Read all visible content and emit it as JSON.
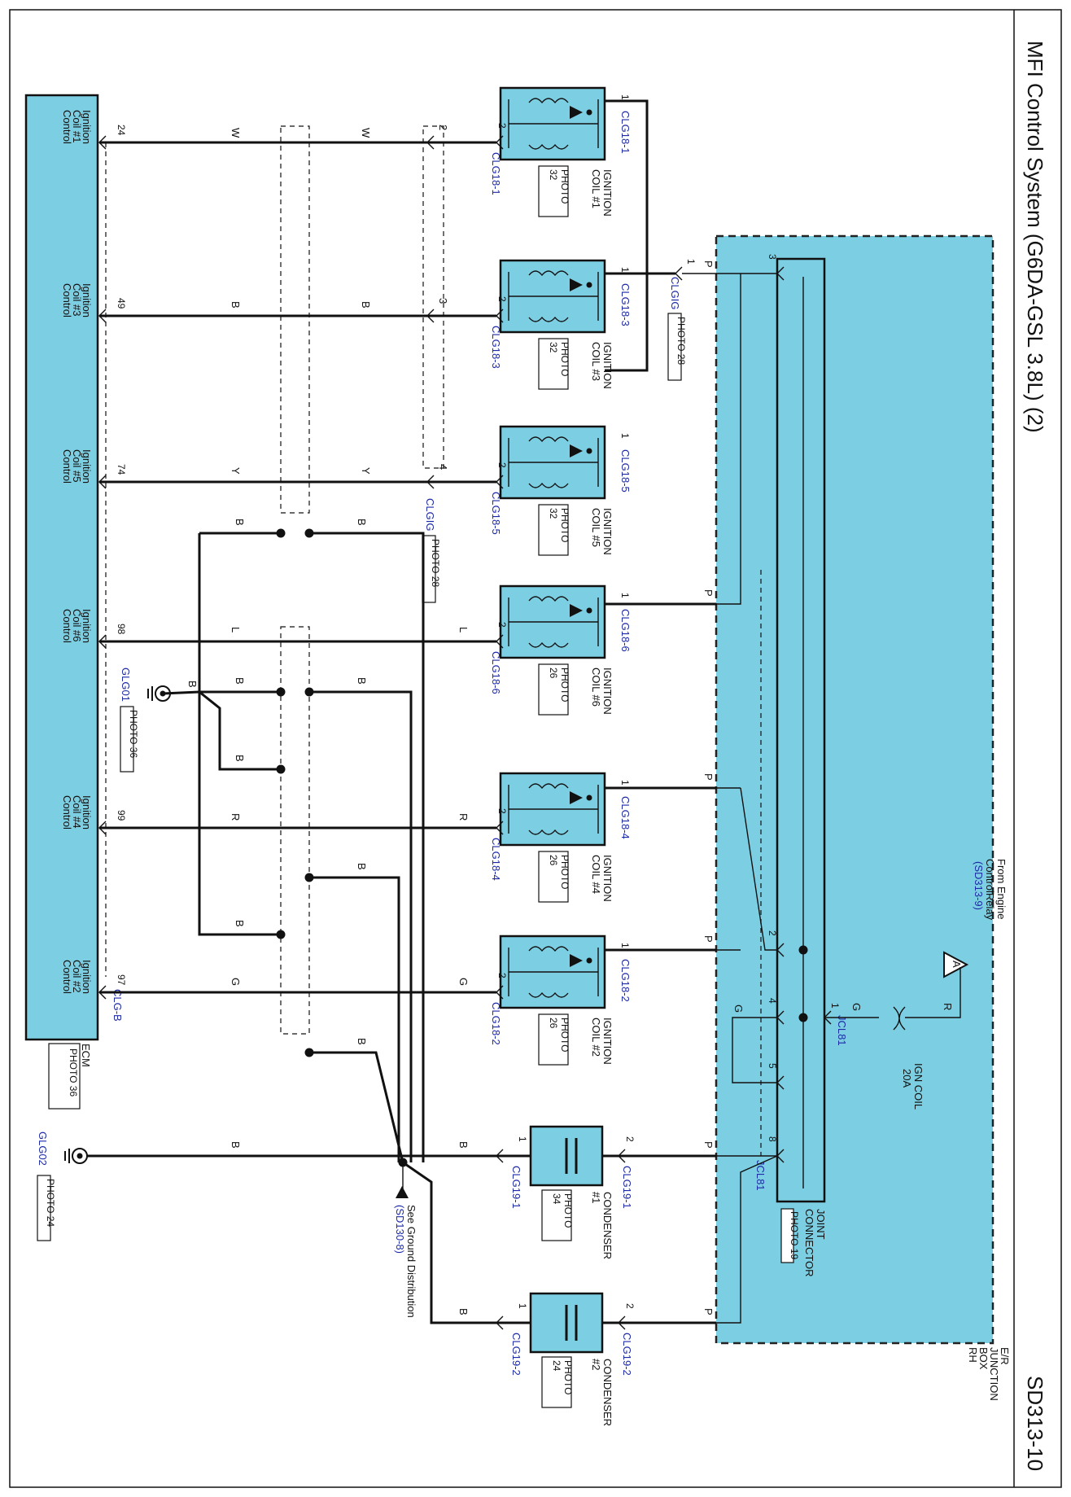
{
  "title": "MFI Control System (G6DA-GSL 3.8L) (2)",
  "page_code": "SD313-10",
  "colors": {
    "component_fill": "#7ccfe3",
    "wire": "#111111",
    "connector_label": "#1c2aa8"
  },
  "ecm": {
    "name": "ECM",
    "connector": "CLG-B",
    "photo": "PHOTO 36",
    "pins": [
      {
        "pin": "24",
        "label": [
          "Ignition",
          "Coil #1",
          "Control"
        ]
      },
      {
        "pin": "49",
        "label": [
          "Ignition",
          "Coil #3",
          "Control"
        ]
      },
      {
        "pin": "74",
        "label": [
          "Ignition",
          "Coil #5",
          "Control"
        ]
      },
      {
        "pin": "98",
        "label": [
          "Ignition",
          "Coil #6",
          "Control"
        ]
      },
      {
        "pin": "99",
        "label": [
          "Ignition",
          "Coil #4",
          "Control"
        ]
      },
      {
        "pin": "97",
        "label": [
          "Ignition",
          "Coil #2",
          "Control"
        ]
      }
    ]
  },
  "coils": [
    {
      "name": [
        "IGNITION",
        "COIL #1"
      ],
      "photo": "PHOTO 32",
      "connector": "CLG18-1",
      "pin_power": "1",
      "pin_ctrl": "2",
      "wire": "W"
    },
    {
      "name": [
        "IGNITION",
        "COIL #3"
      ],
      "photo": "PHOTO 32",
      "connector": "CLG18-3",
      "pin_power": "1",
      "pin_ctrl": "2",
      "wire": "B"
    },
    {
      "name": [
        "IGNITION",
        "COIL #5"
      ],
      "photo": "PHOTO 32",
      "connector": "CLG18-5",
      "pin_power": "1",
      "pin_ctrl": "2",
      "wire": "Y"
    },
    {
      "name": [
        "IGNITION",
        "COIL #6"
      ],
      "photo": "PHOTO 26",
      "connector": "CLG18-6",
      "pin_power": "1",
      "pin_ctrl": "2",
      "wire": "L"
    },
    {
      "name": [
        "IGNITION",
        "COIL #4"
      ],
      "photo": "PHOTO 26",
      "connector": "CLG18-4",
      "pin_power": "1",
      "pin_ctrl": "2",
      "wire": "R"
    },
    {
      "name": [
        "IGNITION",
        "COIL #2"
      ],
      "photo": "PHOTO 26",
      "connector": "CLG18-2",
      "pin_power": "1",
      "pin_ctrl": "2",
      "wire": "G"
    }
  ],
  "clgig": {
    "connector": "CLGIG",
    "photo": "PHOTO 28",
    "pins": [
      "2",
      "3",
      "4",
      "1"
    ]
  },
  "condensers": [
    {
      "name": [
        "CONDENSER",
        "#1"
      ],
      "photo": "PHOTO 34",
      "connector": "CLG19-1",
      "pin_gnd": "1",
      "pin_pwr": "2"
    },
    {
      "name": [
        "CONDENSER",
        "#2"
      ],
      "photo": "PHOTO 24",
      "connector": "CLG19-2",
      "pin_gnd": "1",
      "pin_pwr": "2"
    }
  ],
  "grounds": [
    {
      "name": "GLG01",
      "photo": "PHOTO 36"
    },
    {
      "name": "GLG02",
      "photo": "PHOTO 24"
    }
  ],
  "ground_ref": {
    "text": "See Ground Distribution",
    "ref": "(SD130-8)"
  },
  "junction_box": {
    "name": [
      "E/R",
      "JUNCTION",
      "BOX",
      "RH"
    ]
  },
  "joint_connector": {
    "name": [
      "JOINT",
      "CONNECTOR"
    ],
    "photo": "PHOTO 19",
    "connector": "JCL81",
    "pins": [
      "3",
      "2",
      "4",
      "5",
      "8",
      "1"
    ]
  },
  "fuse": {
    "name": "IGN COIL",
    "rating": "20A"
  },
  "source": {
    "text": [
      "From Engine",
      "ControlRelay"
    ],
    "ref": "(SD313-9)",
    "symbol": "A"
  },
  "wire_colors": {
    "p": "P",
    "b": "B",
    "g": "G",
    "r": "R"
  }
}
